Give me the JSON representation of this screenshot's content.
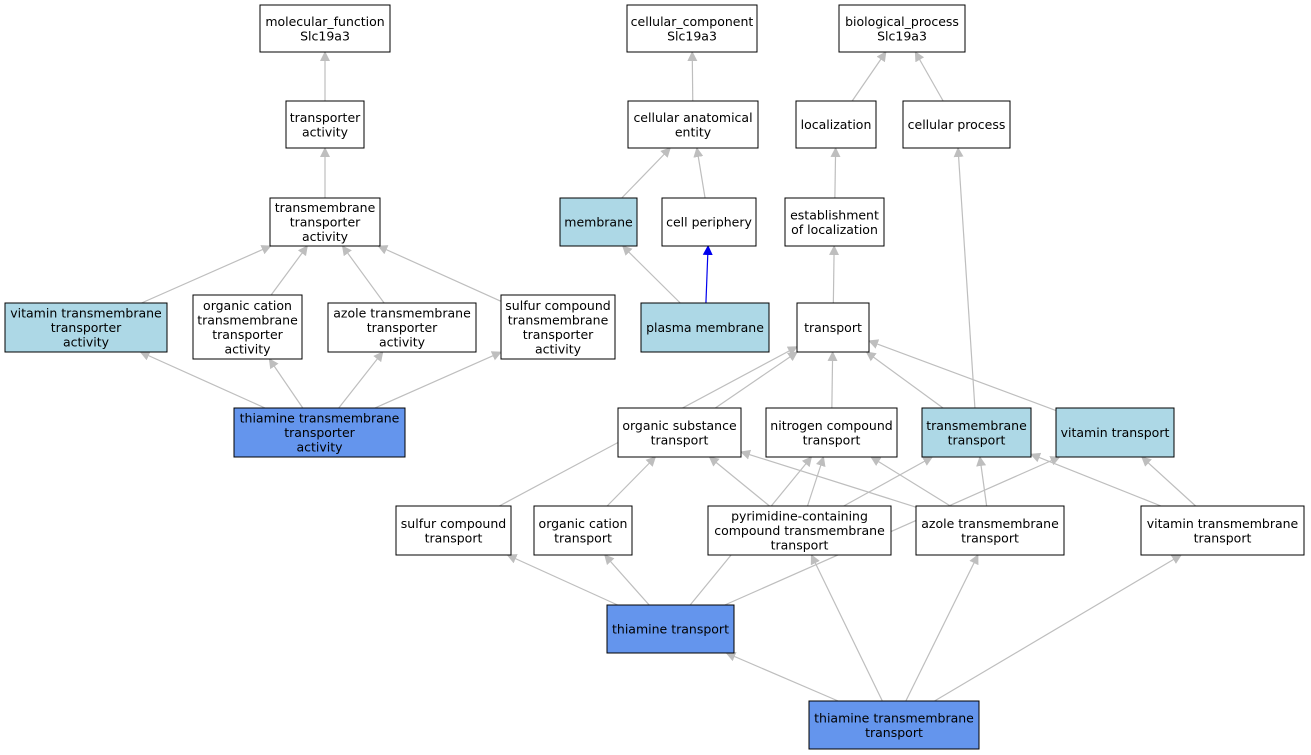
{
  "colors": {
    "default_fill": "#ffffff",
    "ancestor_fill": "#add8e6",
    "annotated_fill": "#6495ed",
    "edge_gray": "#bebebe",
    "edge_blue": "#0000ee"
  },
  "nodes": {
    "mf_root": {
      "lines": [
        "molecular_function",
        "Slc19a3"
      ],
      "kind": "default"
    },
    "cc_root": {
      "lines": [
        "cellular_component",
        "Slc19a3"
      ],
      "kind": "default"
    },
    "bp_root": {
      "lines": [
        "biological_process",
        "Slc19a3"
      ],
      "kind": "default"
    },
    "transporter": {
      "lines": [
        "transporter",
        "activity"
      ],
      "kind": "default"
    },
    "cae": {
      "lines": [
        "cellular anatomical",
        "entity"
      ],
      "kind": "default"
    },
    "localization": {
      "lines": [
        "localization"
      ],
      "kind": "default"
    },
    "cellproc": {
      "lines": [
        "cellular process"
      ],
      "kind": "default"
    },
    "tmta": {
      "lines": [
        "transmembrane",
        "transporter",
        "activity"
      ],
      "kind": "default"
    },
    "membrane": {
      "lines": [
        "membrane"
      ],
      "kind": "ancestor"
    },
    "periphery": {
      "lines": [
        "cell periphery"
      ],
      "kind": "default"
    },
    "estloc": {
      "lines": [
        "establishment",
        "of localization"
      ],
      "kind": "default"
    },
    "vitta": {
      "lines": [
        "vitamin transmembrane",
        "transporter",
        "activity"
      ],
      "kind": "ancestor"
    },
    "octa": {
      "lines": [
        "organic cation",
        "transmembrane",
        "transporter",
        "activity"
      ],
      "kind": "default"
    },
    "azta": {
      "lines": [
        "azole transmembrane",
        "transporter",
        "activity"
      ],
      "kind": "default"
    },
    "sulta": {
      "lines": [
        "sulfur compound",
        "transmembrane",
        "transporter",
        "activity"
      ],
      "kind": "default"
    },
    "plasma": {
      "lines": [
        "plasma membrane"
      ],
      "kind": "ancestor"
    },
    "transport": {
      "lines": [
        "transport"
      ],
      "kind": "default"
    },
    "thta": {
      "lines": [
        "thiamine transmembrane",
        "transporter",
        "activity"
      ],
      "kind": "annotated"
    },
    "orgsub": {
      "lines": [
        "organic substance",
        "transport"
      ],
      "kind": "default"
    },
    "nitro": {
      "lines": [
        "nitrogen compound",
        "transport"
      ],
      "kind": "default"
    },
    "tmt": {
      "lines": [
        "transmembrane",
        "transport"
      ],
      "kind": "ancestor"
    },
    "vitt": {
      "lines": [
        "vitamin transport"
      ],
      "kind": "ancestor"
    },
    "sulfur_t": {
      "lines": [
        "sulfur compound",
        "transport"
      ],
      "kind": "default"
    },
    "orgcat_t": {
      "lines": [
        "organic cation",
        "transport"
      ],
      "kind": "default"
    },
    "pyrim": {
      "lines": [
        "pyrimidine-containing",
        "compound transmembrane",
        "transport"
      ],
      "kind": "default"
    },
    "azole_t": {
      "lines": [
        "azole transmembrane",
        "transport"
      ],
      "kind": "default"
    },
    "vittm_t": {
      "lines": [
        "vitamin transmembrane",
        "transport"
      ],
      "kind": "default"
    },
    "thiamine_t": {
      "lines": [
        "thiamine transport"
      ],
      "kind": "annotated"
    },
    "thiamine_tm": {
      "lines": [
        "thiamine transmembrane",
        "transport"
      ],
      "kind": "annotated"
    }
  },
  "edges": [
    {
      "from": "transporter",
      "to": "mf_root"
    },
    {
      "from": "tmta",
      "to": "transporter"
    },
    {
      "from": "vitta",
      "to": "tmta"
    },
    {
      "from": "octa",
      "to": "tmta"
    },
    {
      "from": "azta",
      "to": "tmta"
    },
    {
      "from": "sulta",
      "to": "tmta"
    },
    {
      "from": "thta",
      "to": "vitta"
    },
    {
      "from": "thta",
      "to": "octa"
    },
    {
      "from": "thta",
      "to": "azta"
    },
    {
      "from": "thta",
      "to": "sulta"
    },
    {
      "from": "cae",
      "to": "cc_root"
    },
    {
      "from": "membrane",
      "to": "cae"
    },
    {
      "from": "periphery",
      "to": "cae"
    },
    {
      "from": "plasma",
      "to": "membrane"
    },
    {
      "from": "plasma",
      "to": "periphery",
      "color": "blue"
    },
    {
      "from": "localization",
      "to": "bp_root"
    },
    {
      "from": "cellproc",
      "to": "bp_root"
    },
    {
      "from": "estloc",
      "to": "localization"
    },
    {
      "from": "transport",
      "to": "estloc"
    },
    {
      "from": "tmt",
      "to": "cellproc"
    },
    {
      "from": "orgsub",
      "to": "transport"
    },
    {
      "from": "nitro",
      "to": "transport"
    },
    {
      "from": "tmt",
      "to": "transport"
    },
    {
      "from": "vitt",
      "to": "transport"
    },
    {
      "from": "sulfur_t",
      "to": "transport"
    },
    {
      "from": "orgcat_t",
      "to": "orgsub"
    },
    {
      "from": "pyrim",
      "to": "orgsub"
    },
    {
      "from": "pyrim",
      "to": "nitro"
    },
    {
      "from": "pyrim",
      "to": "tmt"
    },
    {
      "from": "azole_t",
      "to": "orgsub"
    },
    {
      "from": "azole_t",
      "to": "nitro"
    },
    {
      "from": "azole_t",
      "to": "tmt"
    },
    {
      "from": "vittm_t",
      "to": "tmt"
    },
    {
      "from": "vittm_t",
      "to": "vitt"
    },
    {
      "from": "thiamine_t",
      "to": "sulfur_t"
    },
    {
      "from": "thiamine_t",
      "to": "orgcat_t"
    },
    {
      "from": "thiamine_t",
      "to": "nitro"
    },
    {
      "from": "thiamine_t",
      "to": "vitt"
    },
    {
      "from": "thiamine_tm",
      "to": "thiamine_t"
    },
    {
      "from": "thiamine_tm",
      "to": "pyrim"
    },
    {
      "from": "thiamine_tm",
      "to": "azole_t"
    },
    {
      "from": "thiamine_tm",
      "to": "vittm_t"
    }
  ]
}
